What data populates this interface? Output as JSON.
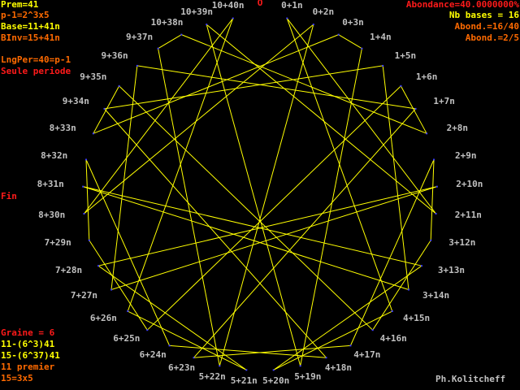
{
  "left_info": {
    "prem": "Prem=41",
    "p_minus_1": "p-1=2^3x5",
    "base": "Base=11+41n",
    "binv": "BInv=15+41n",
    "lngper": "LngPer=40=p-1",
    "seule": "Seule periode",
    "fin": "Fin",
    "graine": "Graine = 6",
    "eq1": "11-(6^3)41",
    "eq2": "15-(6^37)41",
    "premier": "11 premier",
    "factor": "15=3x5"
  },
  "right_info": {
    "abondance": "Abondance=40.0000000%",
    "nb_bases": "Nb bases = 16",
    "abond1": "Abond.=16/40",
    "abond2": "Abond.=2/5",
    "author": "Ph.Kolitcheff"
  },
  "circle": {
    "modulus": 41,
    "multiplier": 11,
    "zero_label": "O",
    "labels": [
      "O",
      "0+1n",
      "0+2n",
      "0+3n",
      "1+4n",
      "1+5n",
      "1+6n",
      "1+7n",
      "2+8n",
      "2+9n",
      "2+10n",
      "2+11n",
      "3+12n",
      "3+13n",
      "3+14n",
      "4+15n",
      "4+16n",
      "4+17n",
      "4+18n",
      "5+19n",
      "5+20n",
      "5+21n",
      "5+22n",
      "6+23n",
      "6+24n",
      "6+25n",
      "6+26n",
      "7+27n",
      "7+28n",
      "7+29n",
      "8+30n",
      "8+31n",
      "8+32n",
      "8+33n",
      "9+34n",
      "9+35n",
      "9+36n",
      "9+37n",
      "10+38n",
      "10+39n",
      "10+40n"
    ]
  },
  "colors": {
    "line": "#ffff00",
    "label": "#c0c0c0",
    "accent": "#ff1a1a",
    "orange": "#ff6a00"
  }
}
